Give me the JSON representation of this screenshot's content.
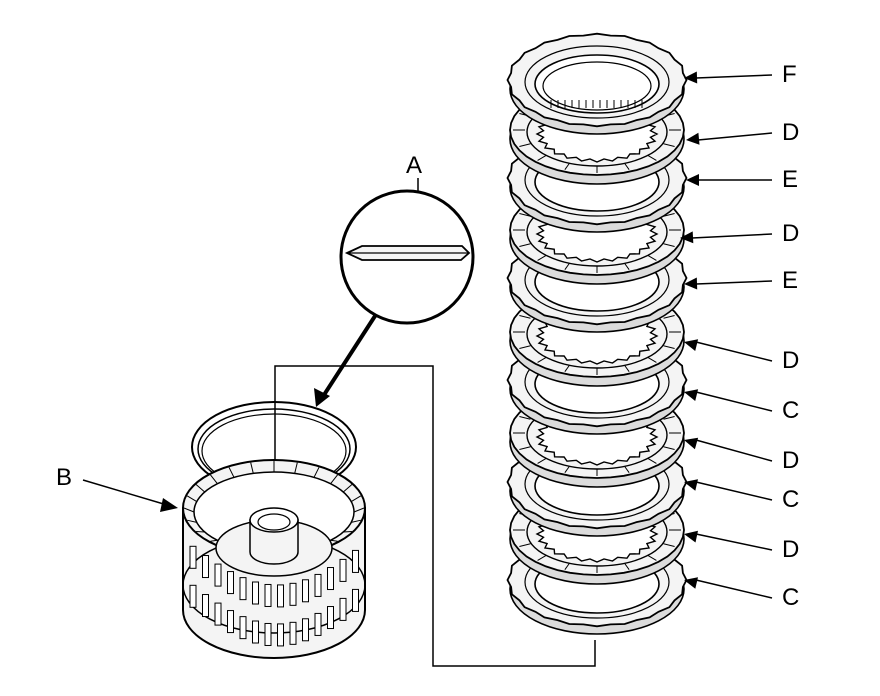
{
  "diagram": {
    "detail_label": "A",
    "drum_label": "B",
    "stack_labels": [
      "F",
      "D",
      "E",
      "D",
      "E",
      "D",
      "C",
      "D",
      "C",
      "D",
      "C"
    ]
  },
  "colors": {
    "ink": "#000000",
    "paper": "#ffffff",
    "face": "#f4f4f4",
    "shade": "#dcdcdc"
  }
}
